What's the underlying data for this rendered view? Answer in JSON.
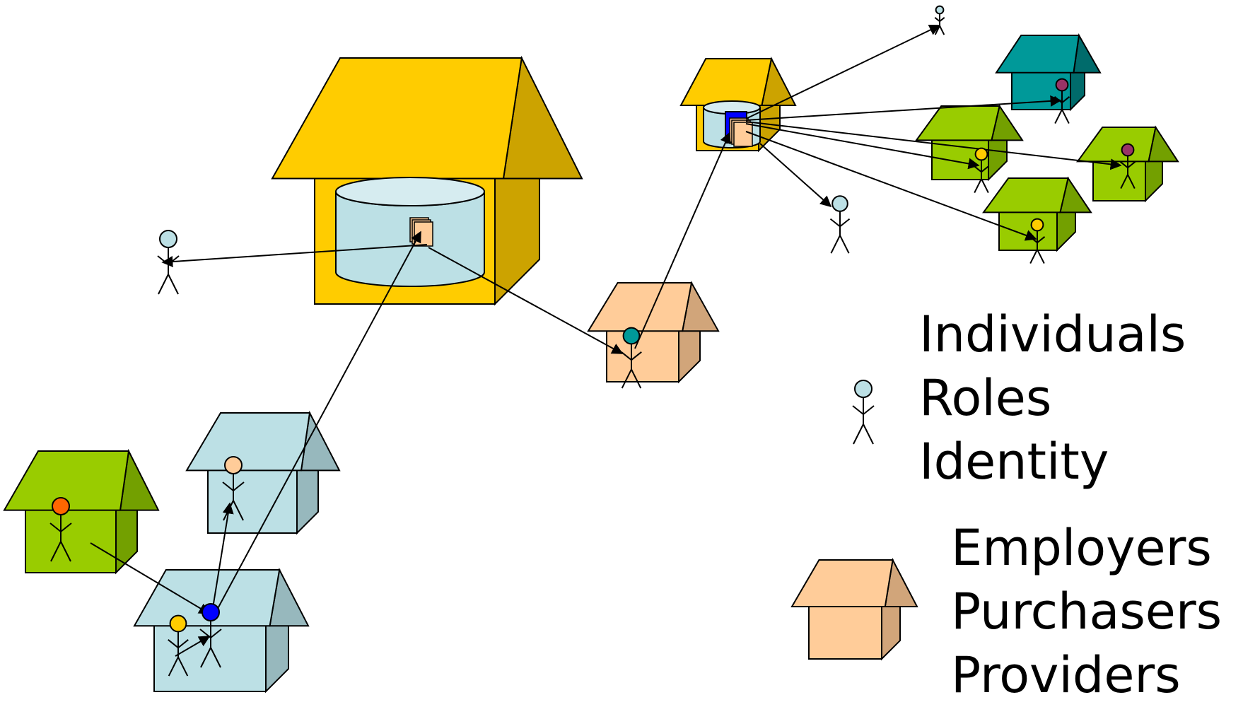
{
  "colors": {
    "gold": "#FFCC00",
    "gold_side": "#CCA300",
    "teal": "#009999",
    "teal_side": "#006B6B",
    "green": "#99CC00",
    "green_side": "#73A000",
    "peach": "#FFCC99",
    "peach_side": "#D1A57A",
    "lightblue": "#BCE0E5",
    "lightblue_side": "#97B8BD",
    "orange": "#FF6600",
    "blue": "#0000FF",
    "darkred": "#993366",
    "stroke": "#000000"
  },
  "legend": {
    "individuals": {
      "icon": "person-icon",
      "lines": [
        "Individuals",
        "Roles",
        "Identity"
      ]
    },
    "organizations": {
      "icon": "house-icon",
      "lines": [
        "Employers",
        "Purchasers",
        "Providers"
      ]
    }
  }
}
